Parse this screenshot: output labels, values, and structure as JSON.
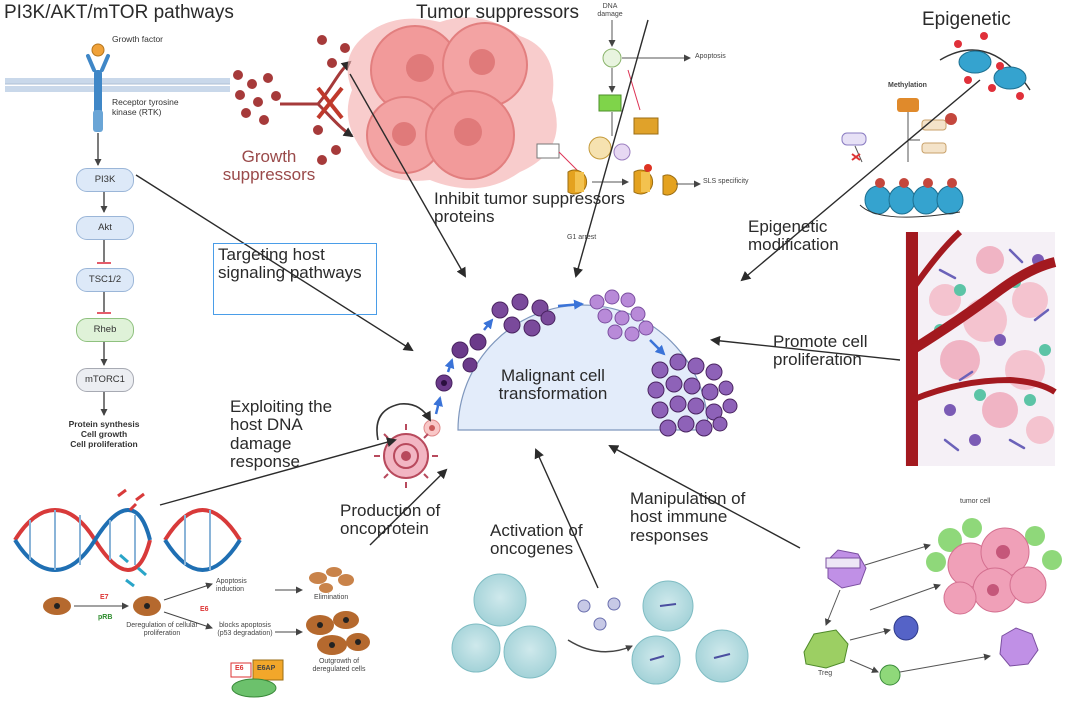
{
  "pi3k": {
    "title": "PI3K/AKT/mTOR pathways",
    "growth_factor": "Growth factor",
    "rtk_label": "Receptor tyrosine kinase (RTK)",
    "nodes": [
      "PI3K",
      "Akt",
      "TSC1/2",
      "Rheb",
      "mTORC1"
    ],
    "outputs": [
      "Protein synthesis",
      "Cell growth",
      "Cell proliferation"
    ]
  },
  "growth_suppressors": "Growth suppressors",
  "tumor_suppressors": {
    "title": "Tumor suppressors",
    "caption": "Inhibit tumor suppressors proteins",
    "dna_damage": "DNA damage",
    "apoptosis": "Apoptosis",
    "g1_arrest": "G1 arrest",
    "sls_specificity": "SLS specificity"
  },
  "epigenetic": {
    "title": "Epigenetic",
    "methylation": "Methylation",
    "caption": "Epigenetic modification"
  },
  "targeting": "Targeting host signaling pathways",
  "center": "Malignant cell transformation",
  "promote": "Promote cell proliferation",
  "exploiting": "Exploiting the host DNA damage response",
  "production": "Production of oncoprotein",
  "activation": "Activation of oncogenes",
  "manipulation": "Manipulation of host immune responses",
  "oncoprotein_panel": {
    "apoptosis_induction": "Apoptosis induction",
    "elimination": "Elimination",
    "deregulation": "Deregulation of cellular proliferation",
    "blocks_apoptosis": "blocks apoptosis (p53 degradation)",
    "outgrowth": "Outgrowth of deregulated cells",
    "e7": "E7",
    "e6": "E6",
    "prb": "pRB",
    "e6ap": "E6AP"
  },
  "immune_panel": {
    "tumor_cell": "tumor cell",
    "treg": "Treg"
  },
  "colors": {
    "arrow": "#2b2b2b",
    "progression_arrow": "#3a73d8",
    "center_fill": "#e3ecfa",
    "highlight_box": "#4a9de8",
    "tumor_pink": "#f08c8c",
    "dna_red": "#d83a3a",
    "dna_blue": "#1f6fb3"
  }
}
